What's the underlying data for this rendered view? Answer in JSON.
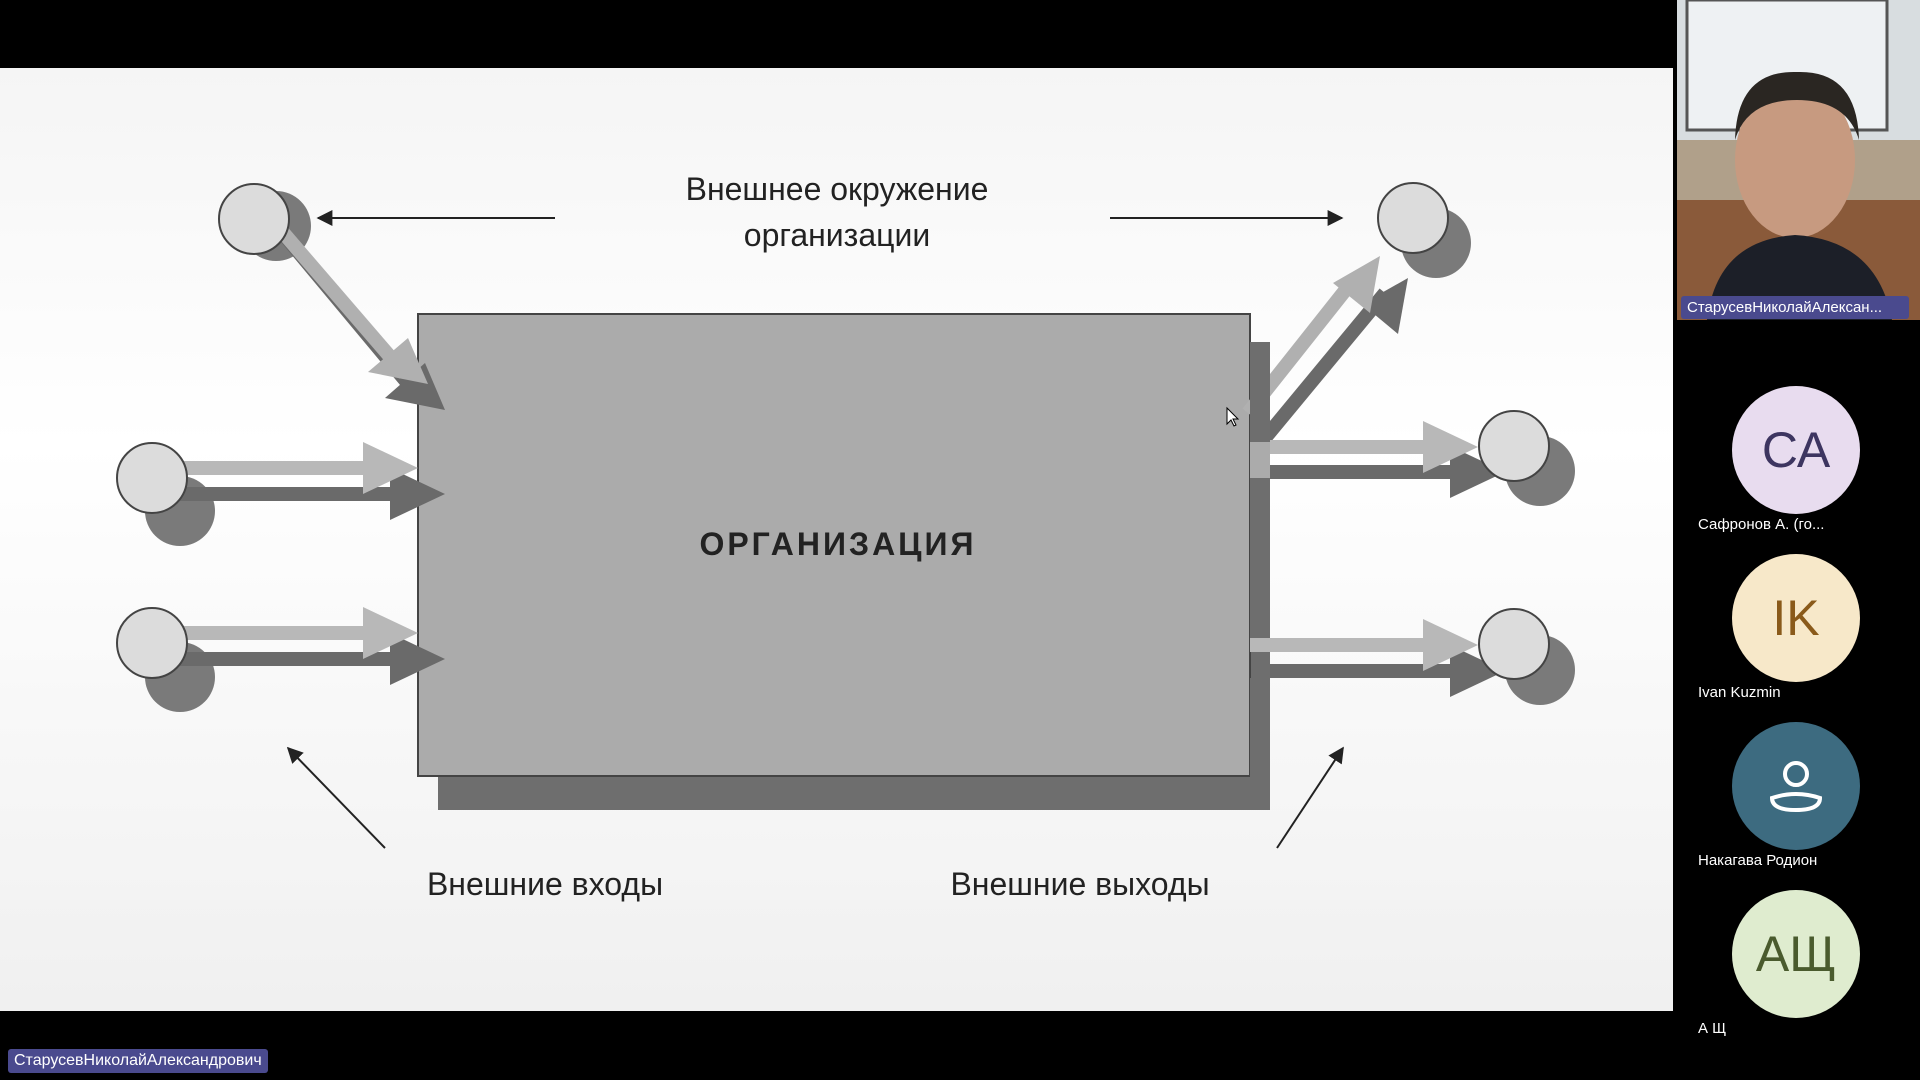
{
  "slide": {
    "env_line1": "Внешнее окружение",
    "env_line2": "организации",
    "org_label": "ОРГАНИЗАЦИЯ",
    "inputs_label": "Внешние входы",
    "outputs_label": "Внешние выходы"
  },
  "presenter": {
    "name": "СтарусевНиколайАлександрович"
  },
  "video": {
    "name": "СтарусевНиколайАлексан..."
  },
  "participants": [
    {
      "initials": "СА",
      "name": "Сафронов А. (го...",
      "bg": "#e8dcef",
      "fg": "#4a3b66"
    },
    {
      "initials": "IK",
      "name": "Ivan Kuzmin",
      "bg": "#f7e8c9",
      "fg": "#8a5a1a"
    },
    {
      "initials": "",
      "name": "Накагава Родион",
      "bg": "#3d6b80",
      "fg": "#ffffff",
      "icon": "user-icon"
    },
    {
      "initials": "АЩ",
      "name": "А Щ",
      "bg": "#dfeccf",
      "fg": "#4a5b2e"
    }
  ]
}
